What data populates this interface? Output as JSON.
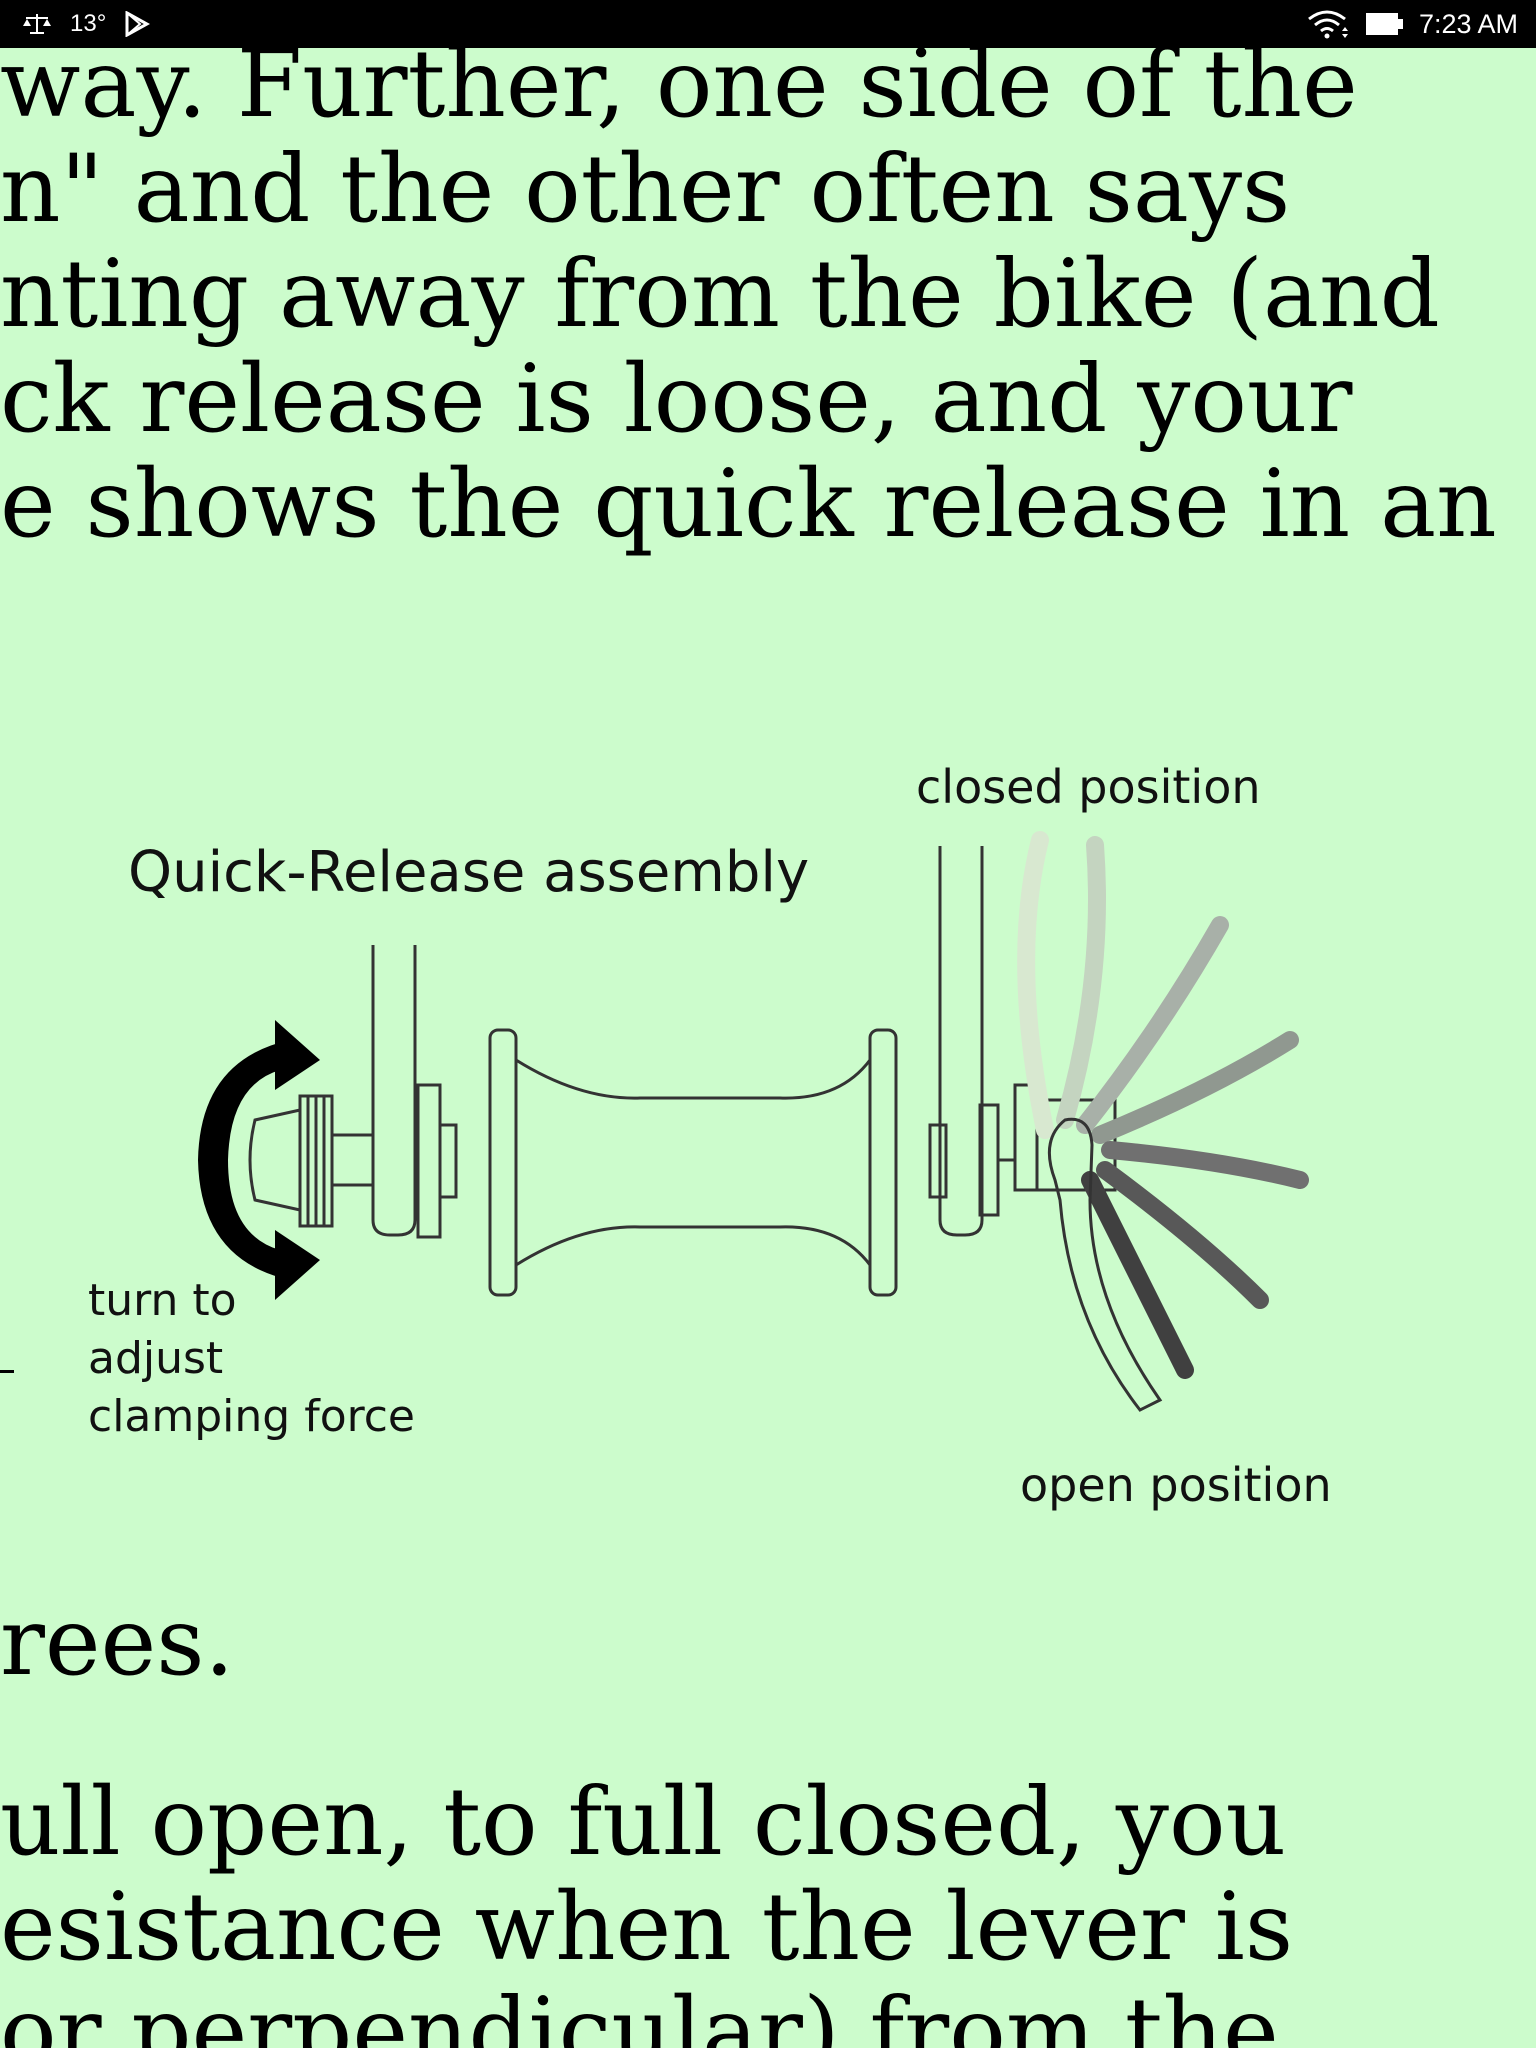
{
  "status_bar": {
    "temperature": "13°",
    "time": "7:23 AM",
    "icons": [
      "scale-icon",
      "play-store-icon",
      "wifi-icon",
      "battery-icon"
    ]
  },
  "article": {
    "lines_top": [
      "way.  Further, one side of the",
      "n\" and the other often says",
      "nting away from the bike (and",
      "ck release is loose, and your",
      "e shows the quick release in an"
    ],
    "line_mid": "rees.",
    "lines_bottom": [
      "ull open, to full closed, you",
      "esistance when the lever is",
      "or perpendicular) from the"
    ]
  },
  "diagram": {
    "title": "Quick-Release assembly",
    "closed_label": "closed position",
    "turn_label_lines": [
      "turn to",
      "adjust",
      "clamping force"
    ],
    "open_label": "open position"
  },
  "colors": {
    "background": "#ccfccc",
    "status_bar": "#000000",
    "text": "#000000"
  }
}
